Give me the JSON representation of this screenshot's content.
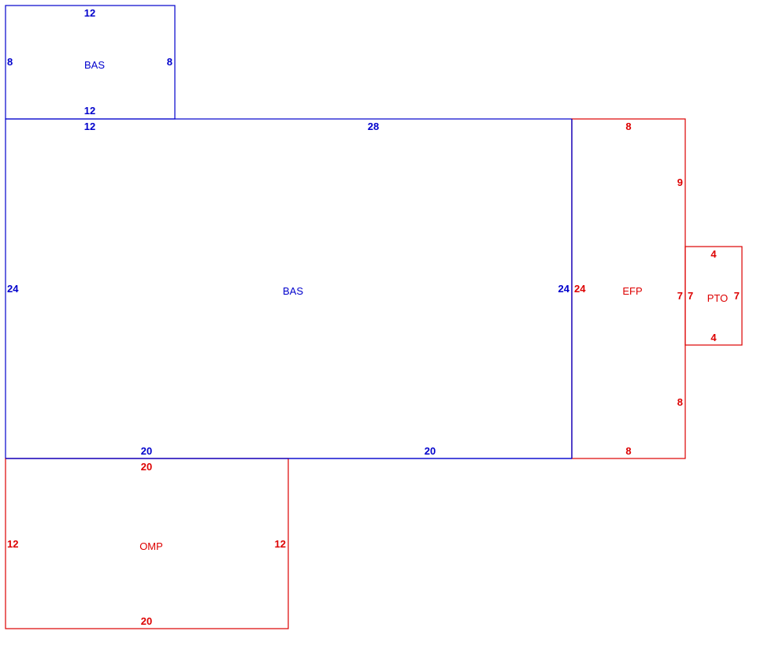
{
  "colors": {
    "living": "#0000cc",
    "other": "#dd0000",
    "background": "#ffffff"
  },
  "areas": [
    {
      "id": "bas-upper",
      "code": "BAS",
      "color": "#0000cc",
      "dims": {
        "top": "12",
        "bottom": "12",
        "left": "8",
        "right": "8"
      }
    },
    {
      "id": "bas-main",
      "code": "BAS",
      "color": "#0000cc",
      "dims": {
        "top_left": "12",
        "top": "28",
        "left": "24",
        "right": "24",
        "bottom_left": "20",
        "bottom_right": "20"
      }
    },
    {
      "id": "efp",
      "code": "EFP",
      "color": "#dd0000",
      "dims": {
        "top": "8",
        "left": "24",
        "right_upper": "9",
        "right_mid": "7",
        "right_lower": "8",
        "bottom": "8"
      }
    },
    {
      "id": "pto",
      "code": "PTO",
      "color": "#dd0000",
      "dims": {
        "top": "4",
        "left": "7",
        "right": "7",
        "bottom": "4"
      }
    },
    {
      "id": "omp",
      "code": "OMP",
      "color": "#dd0000",
      "dims": {
        "top": "20",
        "left": "12",
        "right": "12",
        "bottom": "20"
      }
    }
  ]
}
